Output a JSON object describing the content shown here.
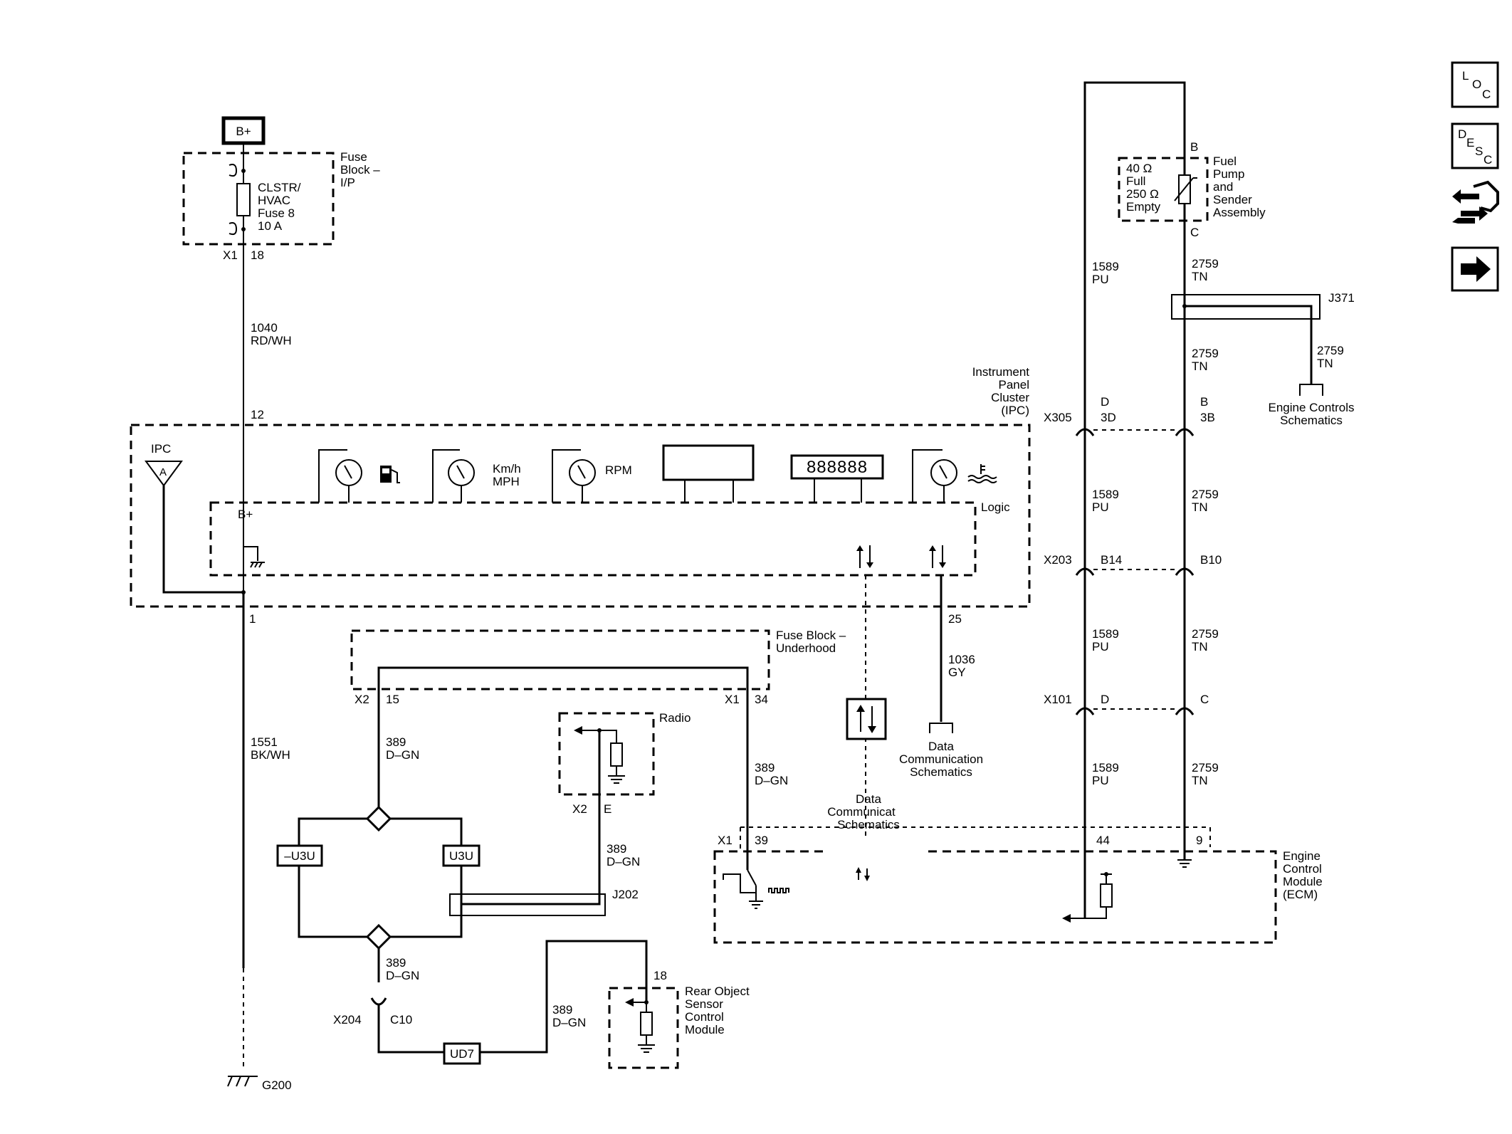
{
  "power_source": "B+",
  "fuse_block_ip": {
    "title_lines": [
      "Fuse",
      "Block –",
      "I/P"
    ],
    "fuse_lines": [
      "CLSTR/",
      "HVAC",
      "Fuse 8",
      "10 A"
    ],
    "connector": "X1",
    "pin": "18"
  },
  "wire_1040": [
    "1040",
    "RD/WH"
  ],
  "ipc": {
    "title_lines": [
      "Instrument",
      "Panel",
      "Cluster",
      "(IPC)"
    ],
    "pin_12": "12",
    "pin_1": "1",
    "pin_25": "25",
    "antenna_label": "IPC",
    "antenna_letter": "A",
    "logic_label": "Logic",
    "bplus_label": "B+",
    "speed_units": [
      "Km/h",
      "MPH"
    ],
    "rpm_label": "RPM",
    "odometer_digits": "888888"
  },
  "wire_1551": [
    "1551",
    "BK/WH"
  ],
  "ground_label": "G200",
  "fuse_block_underhood": {
    "title_lines": [
      "Fuse Block –",
      "Underhood"
    ],
    "left_conn": "X2",
    "left_pin": "15",
    "right_conn": "X1",
    "right_pin": "34"
  },
  "wire_389": [
    "389",
    "D–GN"
  ],
  "splice_labels": {
    "left": "–U3U",
    "right": "U3U",
    "bottom": "UD7"
  },
  "radio": {
    "label": "Radio",
    "conn": "X2",
    "pin": "E"
  },
  "j202": "J202",
  "x204": {
    "conn": "X204",
    "pin": "C10"
  },
  "rear_object": {
    "title_lines": [
      "Rear Object",
      "Sensor",
      "Control",
      "Module"
    ],
    "pin": "18"
  },
  "data_comm_1": [
    "Data",
    "Communicat",
    "Schematics"
  ],
  "data_comm_2": [
    "Data",
    "Communication",
    "Schematics"
  ],
  "wire_1036": [
    "1036",
    "GY"
  ],
  "ecm": {
    "title_lines": [
      "Engine",
      "Control",
      "Module",
      "(ECM)"
    ],
    "conn": "X1",
    "pin_39": "39",
    "pin_44": "44",
    "pin_9": "9"
  },
  "fuel_pump": {
    "title_lines": [
      "Fuel",
      "Pump",
      "and",
      "Sender",
      "Assembly"
    ],
    "spec_lines": [
      "40 Ω",
      "Full",
      "250 Ω",
      "Empty"
    ],
    "pin_b": "B",
    "pin_c": "C"
  },
  "wire_1589": [
    "1589",
    "PU"
  ],
  "wire_2759": [
    "2759",
    "TN"
  ],
  "j371": "J371",
  "engine_controls": [
    "Engine Controls",
    "Schematics"
  ],
  "x305": {
    "conn": "X305",
    "left_pin_a": "D",
    "left_pin_b": "3D",
    "right_pin_a": "B",
    "right_pin_b": "3B"
  },
  "x203": {
    "conn": "X203",
    "left_pin": "B14",
    "right_pin": "B10"
  },
  "x101": {
    "conn": "X101",
    "left_pin": "D",
    "right_pin": "C"
  },
  "nav": {
    "loc": [
      "L",
      "O",
      "C"
    ],
    "desc": [
      "D",
      "E",
      "S",
      "C"
    ]
  }
}
